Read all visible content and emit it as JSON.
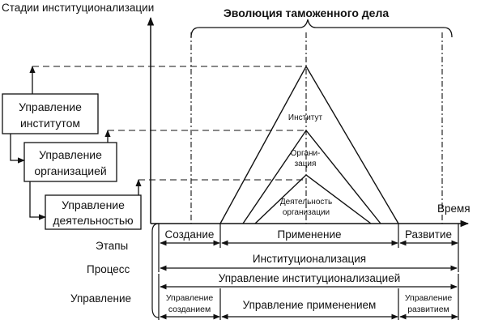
{
  "title": "Эволюция таможенного дела",
  "y_axis_label": "Стадии институционализации",
  "x_axis_label": "Время",
  "stage_boxes": {
    "institution": [
      "Управление",
      "институтом"
    ],
    "organization": [
      "Управление",
      "организацией"
    ],
    "activity": [
      "Управление",
      "деятельностью"
    ]
  },
  "triangle_labels": {
    "institute": "Институт",
    "organization": [
      "Органи-",
      "зация"
    ],
    "activity": [
      "Деятельность",
      "организации"
    ]
  },
  "rows": {
    "stages": {
      "label": "Этапы",
      "items": [
        "Создание",
        "Применение",
        "Развитие"
      ]
    },
    "process": {
      "label": "Процесс",
      "item": "Институционализация"
    },
    "management": {
      "label": "Управление",
      "item": "Управление институционализацией",
      "sub": {
        "creation": [
          "Управление",
          "созданием"
        ],
        "application": "Управление применением",
        "development": [
          "Управление",
          "развитием"
        ]
      }
    }
  }
}
